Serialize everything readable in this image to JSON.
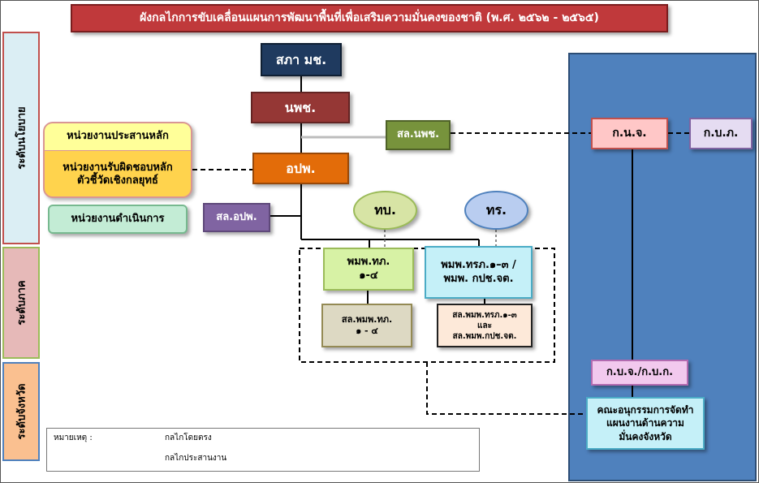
{
  "title": "ผังกลไกการขับเคลื่อนแผนการพัฒนาพื้นที่เพื่อเสริมความมั่นคงของชาติ (พ.ศ. ๒๕๖๒ - ๒๕๖๕)",
  "levels": {
    "policy": "ระดับนโยบาย",
    "region": "ระดับภาค",
    "province": "ระดับจังหวัด"
  },
  "nodes": {
    "national_assembly": "สภา มช.",
    "nsc": "นพช.",
    "nsc_office": "สล.นพช.",
    "opb": "อปพ.",
    "opb_office": "สล.อปพ.",
    "lead_coordinator": "หน่วยงานประสานหลัก",
    "lead_responsible_1": "หน่วยงานรับผิดชอบหลัก",
    "lead_responsible_2": "ตัวชี้วัดเชิงกลยุทธ์",
    "operating_unit": "หน่วยงานดำเนินการ",
    "army": "ทบ.",
    "navy": "ทร.",
    "regional_army_1": "พมพ.ทภ.",
    "regional_army_2": "๑-๔",
    "regional_navy_1": "พมพ.ทรภ.๑–๓ /",
    "regional_navy_2": "พมพ. กปช.จต.",
    "regional_army_office_1": "สล.พมพ.ทภ.",
    "regional_army_office_2": "๑ - ๔",
    "regional_navy_office_1": "สล.พมพ.ทรภ.๑-๓",
    "regional_navy_office_2": "และ",
    "regional_navy_office_3": "สล.พมพ.กปช.จต.",
    "knj": "ก.น.จ.",
    "kbp": "ก.บ.ภ.",
    "kbj": "ก.บ.จ./ก.บ.ก.",
    "provincial_committee_1": "คณะอนุกรรมการจัดทำ",
    "provincial_committee_2": "แผนงานด้านความ",
    "provincial_committee_3": "มั่นคงจังหวัด"
  },
  "legend": {
    "heading": "หมายเหตุ :",
    "direct": "กลไกโดยตรง",
    "coordination": "กลไกประสานงาน"
  }
}
